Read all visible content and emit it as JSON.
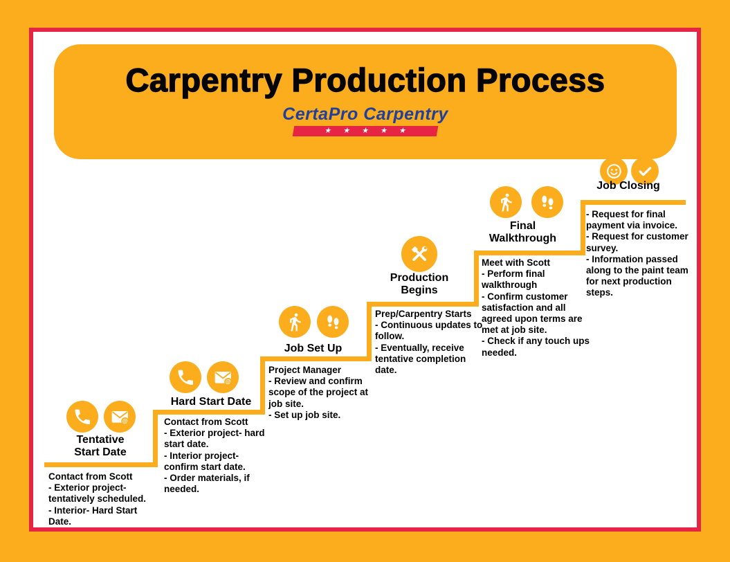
{
  "title": "Carpentry Production Process",
  "logo": {
    "brand": "CertaPro Carpentry",
    "stars": "★ ★ ★ ★ ★"
  },
  "colors": {
    "orange": "#FBAD1E",
    "red": "#E62443",
    "blue": "#21409A",
    "white": "#FFFFFF",
    "black": "#000000"
  },
  "steps": [
    {
      "name": "tentative-start-date",
      "title": "Tentative\nStart Date",
      "icons": [
        "phone-icon",
        "email-at-icon"
      ],
      "description": "Contact from Scott\n- Exterior project- tentatively scheduled.\n- Interior- Hard Start Date."
    },
    {
      "name": "hard-start-date",
      "title": "Hard Start Date",
      "icons": [
        "phone-icon",
        "email-at-icon"
      ],
      "description": "Contact from Scott\n- Exterior project- hard start date.\n- Interior project- confirm start date.\n- Order materials, if needed."
    },
    {
      "name": "job-set-up",
      "title": "Job Set Up",
      "icons": [
        "walker-icon",
        "footprints-icon"
      ],
      "description": "Project Manager\n- Review and confirm scope of the project at job site.\n- Set up job site."
    },
    {
      "name": "production-begins",
      "title": "Production\nBegins",
      "icons": [
        "tools-icon"
      ],
      "description": "Prep/Carpentry Starts\n- Continuous updates to follow.\n- Eventually, receive tentative completion date."
    },
    {
      "name": "final-walkthrough",
      "title": "Final\nWalkthrough",
      "icons": [
        "walker-icon",
        "footprints-icon"
      ],
      "description": "Meet with Scott\n- Perform final walkthrough\n- Confirm customer satisfaction and all agreed upon terms are met at job site.\n- Check if any touch ups needed."
    },
    {
      "name": "job-closing",
      "title": "Job Closing",
      "icons": [
        "smiley-icon",
        "check-icon"
      ],
      "description": "- Request for final payment via invoice.\n- Request for customer survey.\n- Information passed along to the paint team for next production steps."
    }
  ]
}
